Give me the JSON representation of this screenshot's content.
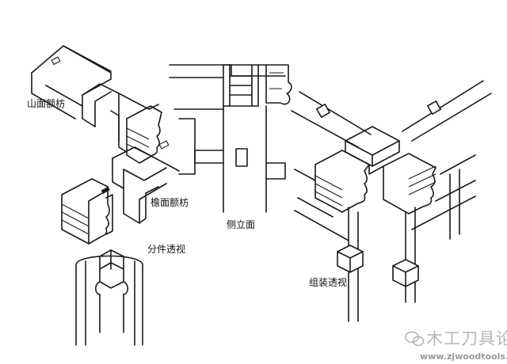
{
  "labels": {
    "gable_architrave": "山面额枋",
    "eave_architrave": "檐面额枋",
    "exploded_view": "分件透视",
    "side_elevation": "侧立面",
    "assembled_view": "组装透视"
  },
  "watermark": {
    "brand": "木工刀具论坛",
    "url": "www.zjwoodtools.cn",
    "icon": "wechat-icon"
  },
  "colors": {
    "ink": "#1a1a1a",
    "watermark": "#b8b8b8",
    "background": "#ffffff"
  }
}
